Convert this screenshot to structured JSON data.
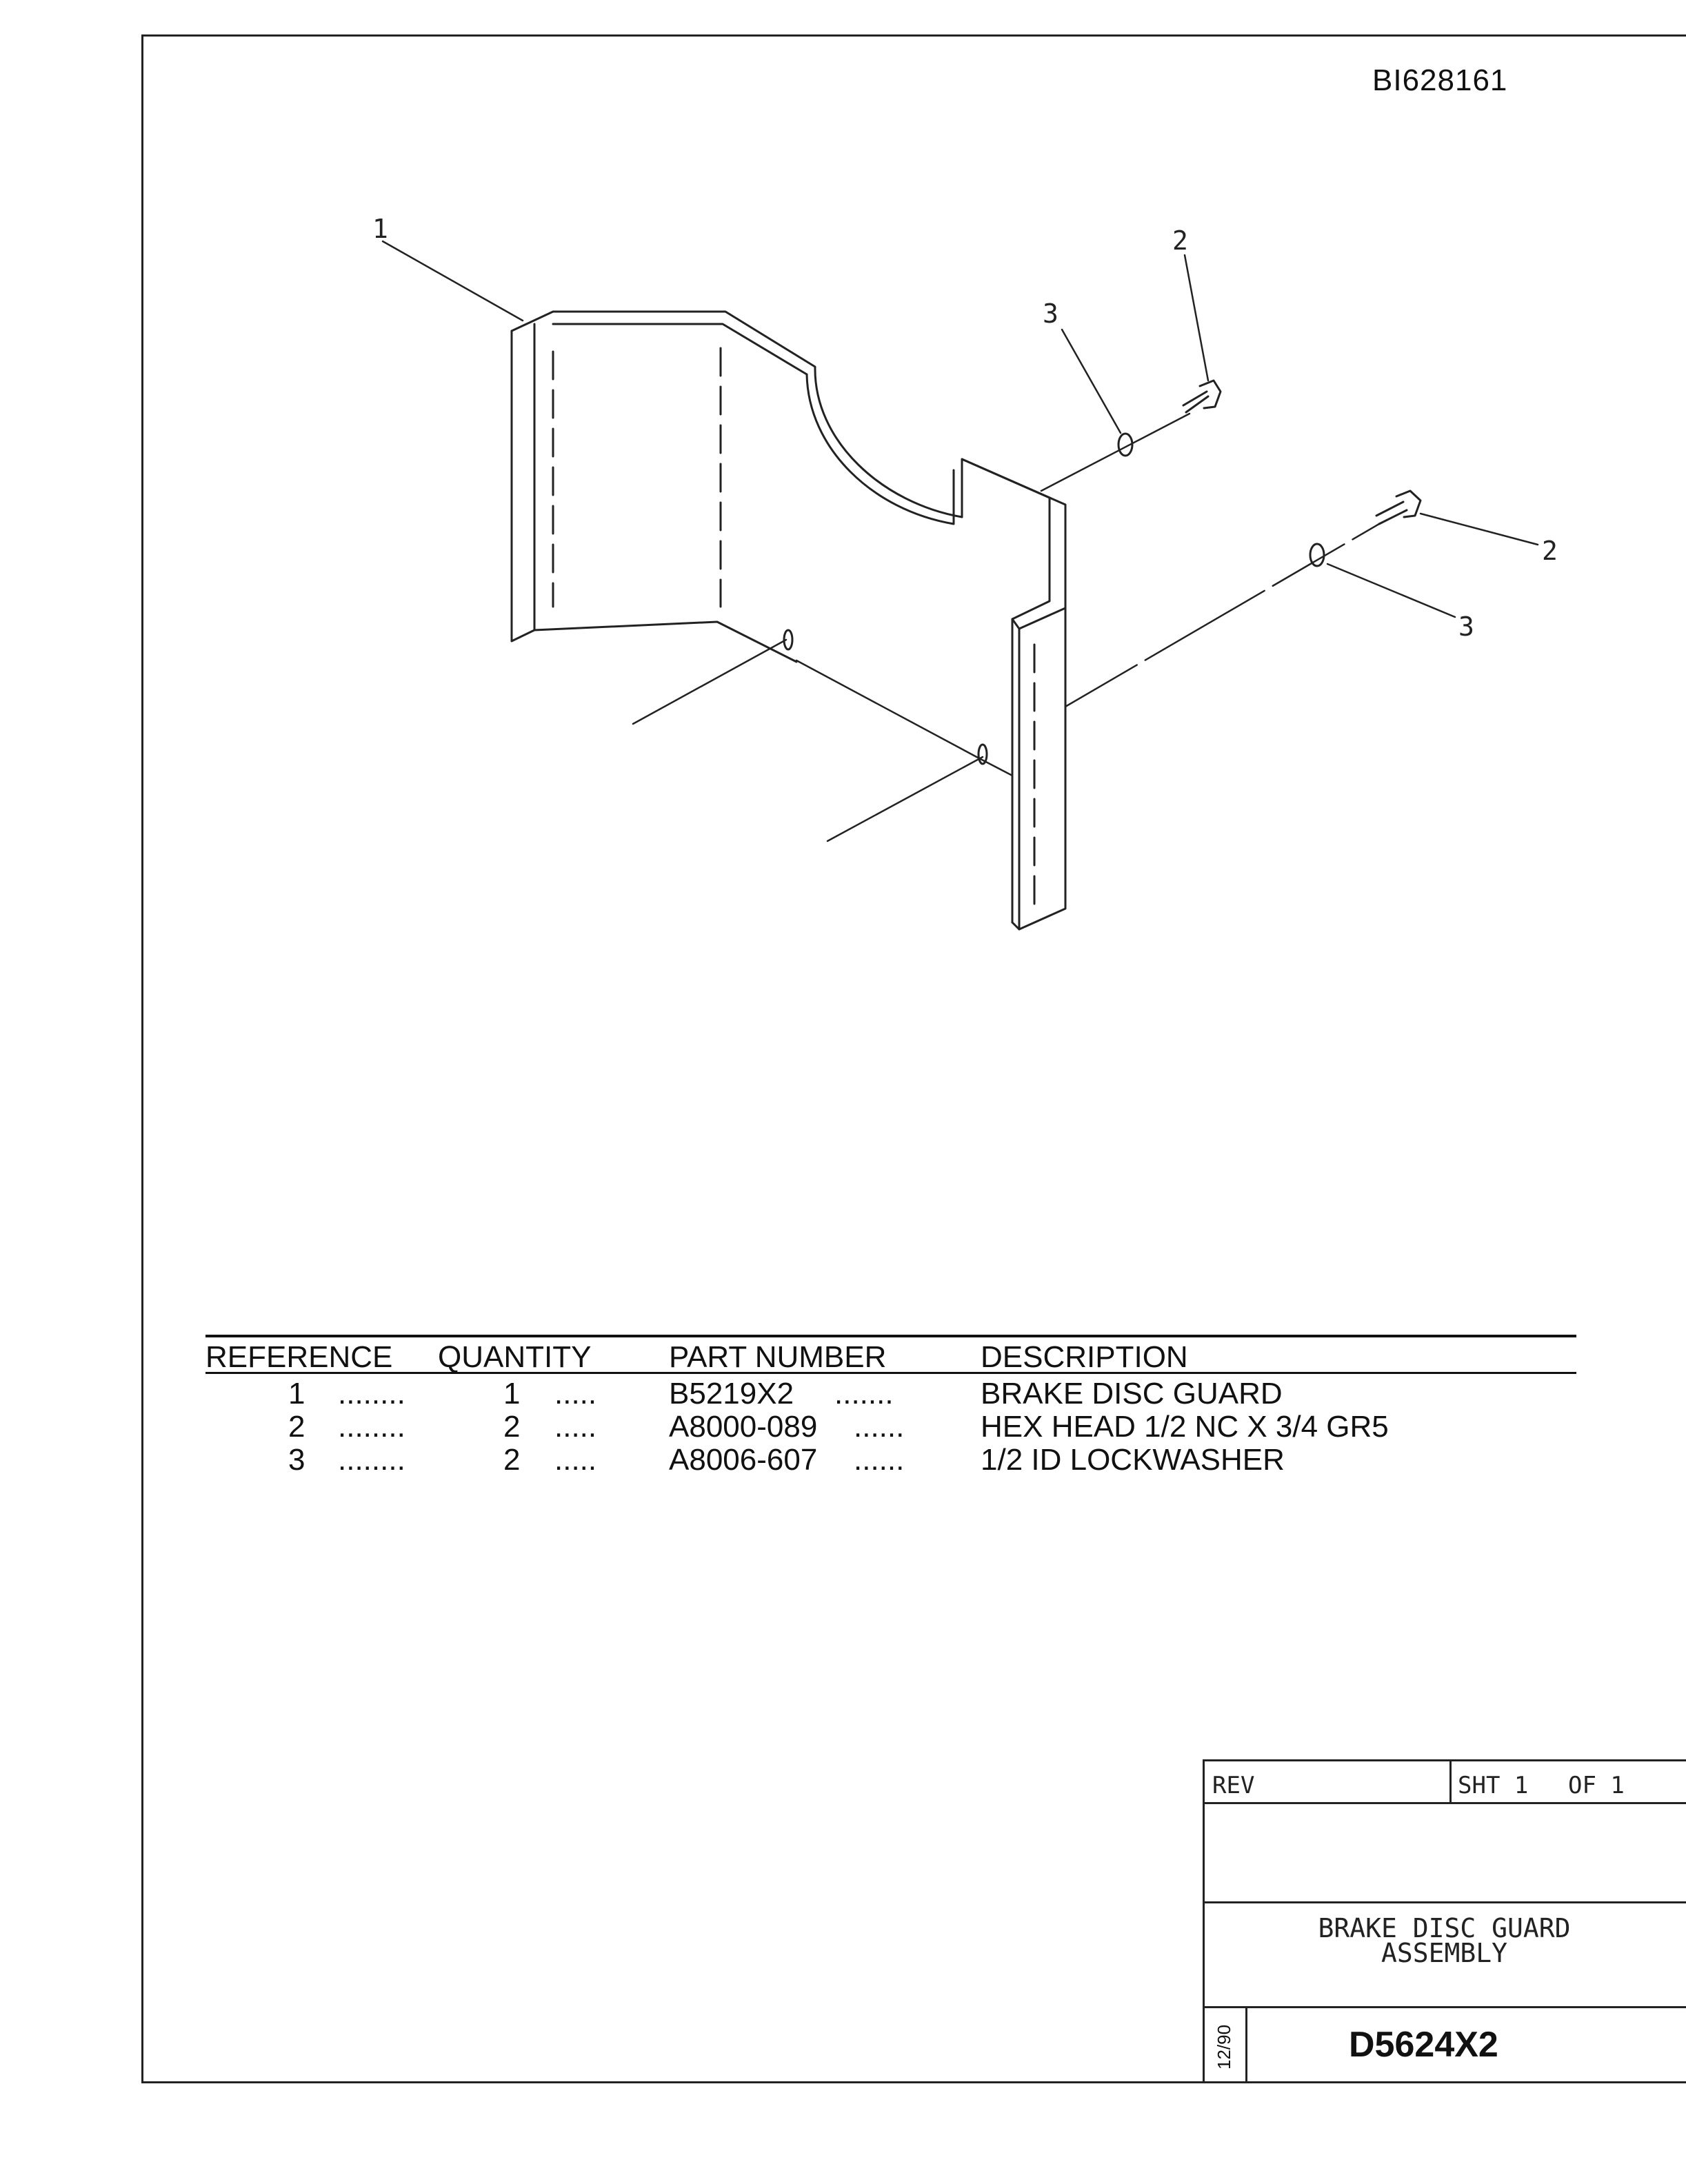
{
  "document": {
    "id": "BI628161"
  },
  "drawing": {
    "callouts": [
      "1",
      "2",
      "3",
      "2",
      "3"
    ]
  },
  "parts_list": {
    "headers": {
      "reference": "REFERENCE",
      "quantity": "QUANTITY",
      "part_number": "PART NUMBER",
      "description": "DESCRIPTION"
    },
    "rows": [
      {
        "reference": "1",
        "dots1": "........",
        "quantity": "1",
        "dots2": ".....",
        "part_number": "B5219X2",
        "dots3": ".......",
        "description": "BRAKE DISC GUARD"
      },
      {
        "reference": "2",
        "dots1": "........",
        "quantity": "2",
        "dots2": ".....",
        "part_number": "A8000-089",
        "dots3": "......",
        "description": "HEX HEAD 1/2 NC X 3/4 GR5"
      },
      {
        "reference": "3",
        "dots1": "........",
        "quantity": "2",
        "dots2": ".....",
        "part_number": "A8006-607",
        "dots3": "......",
        "description": "1/2 ID LOCKWASHER"
      }
    ]
  },
  "title_block": {
    "rev_label": "REV",
    "sheet_label": "SHT 1",
    "of_label": "OF 1",
    "title_line1": "BRAKE DISC GUARD",
    "title_line2": "ASSEMBLY",
    "date": "12/90",
    "drawing_number": "D5624X2"
  }
}
